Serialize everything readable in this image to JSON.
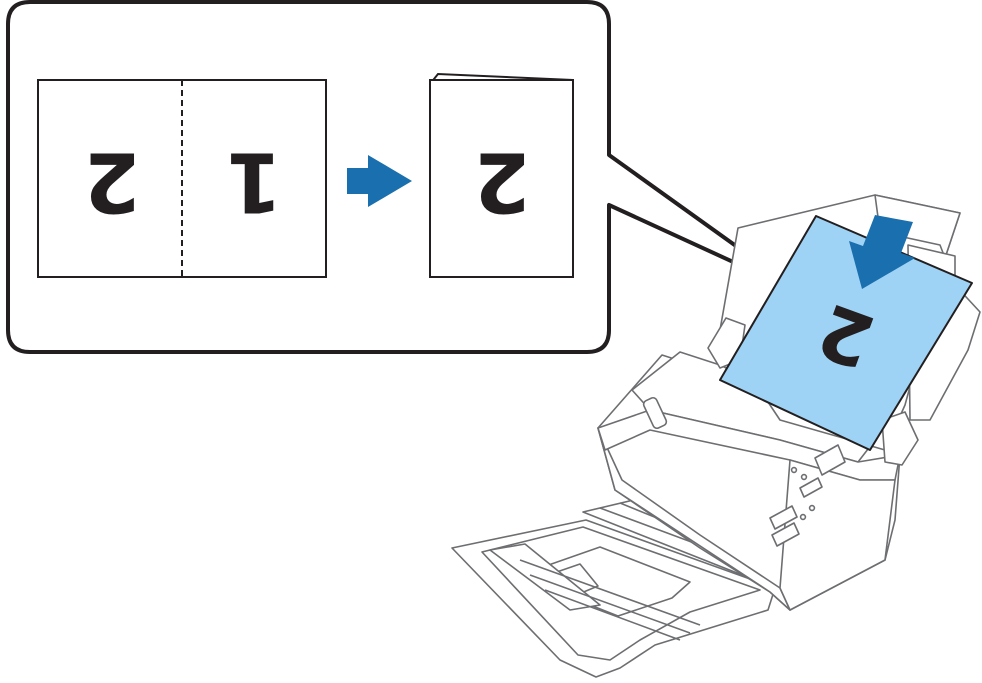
{
  "callout": {
    "folded_sheet": {
      "left_page_number": "2",
      "right_page_number": "1"
    },
    "result_sheet": {
      "page_number": "2"
    }
  },
  "scanner": {
    "paper_page_number": "2"
  },
  "colors": {
    "stroke": "#231f20",
    "arrow": "#1a6fae",
    "paper": "#9fd3f5"
  },
  "icons": [
    "right-arrow-icon",
    "down-left-arrow-icon"
  ]
}
